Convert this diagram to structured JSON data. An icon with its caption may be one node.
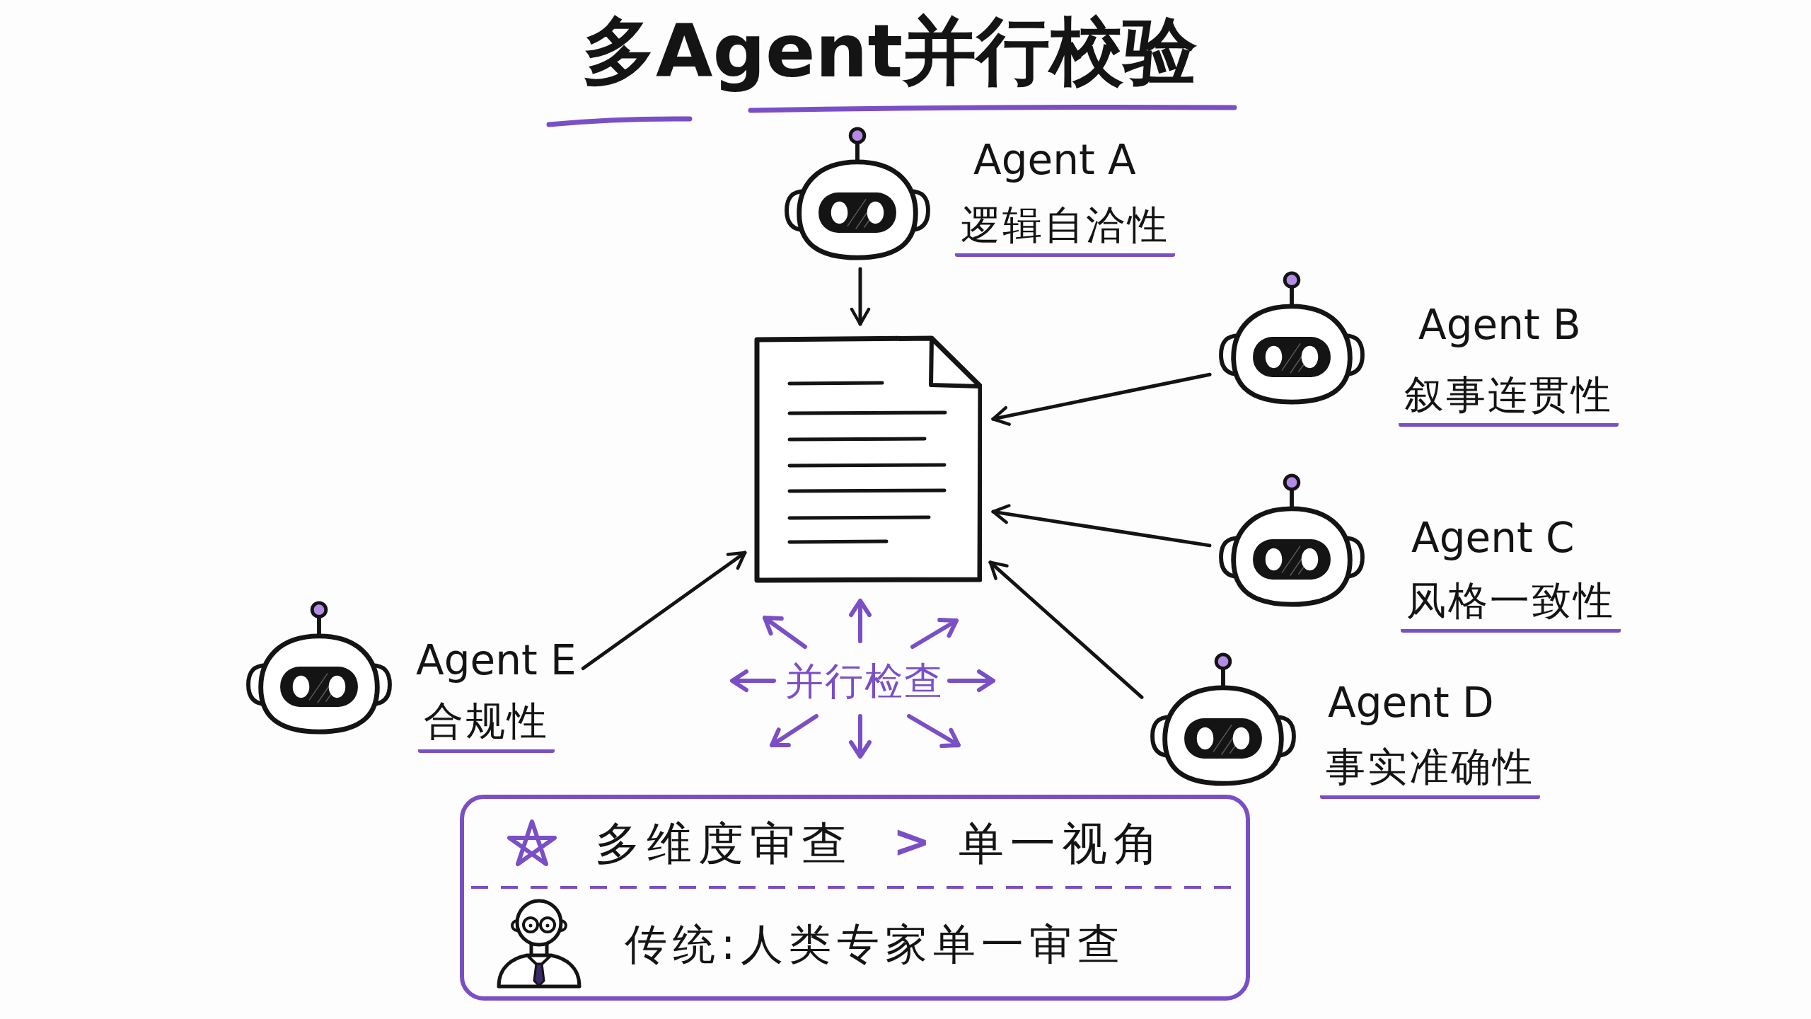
{
  "diagram": {
    "title": "多Agent并行校验",
    "nodes": [
      {
        "text": [
          "Agent A",
          "逻辑自洽性"
        ]
      },
      {
        "text": [
          "Agent B",
          "叙事连贯性"
        ]
      },
      {
        "text": [],
        "shape": "document"
      },
      {
        "text": [
          "Agent C",
          "风格一致性"
        ]
      },
      {
        "text": [
          "Agent E",
          "合规性"
        ]
      },
      {
        "text": [
          "Agent D",
          "事实准确性"
        ]
      },
      {
        "text": [
          "多维度审查",
          ">",
          "单一视角",
          "传统:人类专家单一审查"
        ]
      }
    ],
    "edges": [
      {
        "from": 0,
        "to": 2,
        "arrow": "to"
      },
      {
        "from": 1,
        "to": 2,
        "arrow": "to"
      },
      {
        "from": 3,
        "to": 2,
        "arrow": "to"
      },
      {
        "from": 5,
        "to": 2,
        "arrow": "to"
      },
      {
        "from": 4,
        "to": 2,
        "arrow": "to"
      }
    ],
    "labels": [
      "并行检查"
    ]
  }
}
